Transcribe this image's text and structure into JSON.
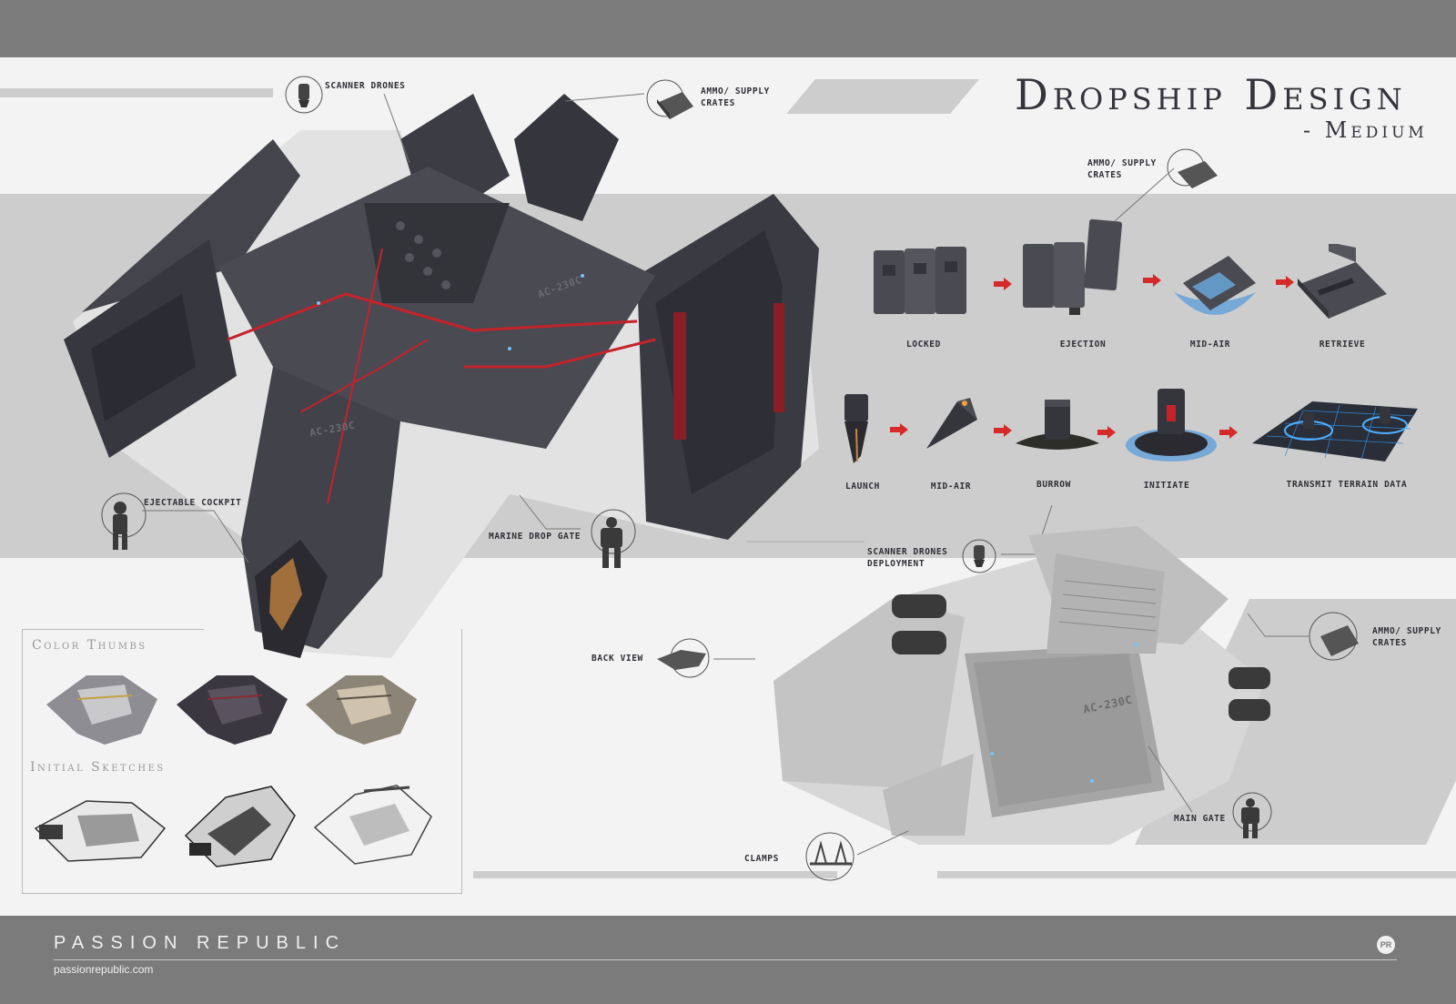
{
  "title": {
    "main": "Dropship Design",
    "sub": "- Medium"
  },
  "callouts": {
    "scanner_drones": "Scanner drones",
    "ammo_crates_top": "Ammo/ supply crates",
    "ammo_crates_mid": "Ammo/ supply crates",
    "ammo_crates_right": "Ammo/ supply crates",
    "ejectable_cockpit": "Ejectable cockpit",
    "marine_drop_gate": "Marine drop gate",
    "scanner_drones_deployment": "Scanner drones deployment",
    "back_view": "Back view",
    "clamps": "Clamps",
    "main_gate": "Main gate"
  },
  "crate_sequence": [
    "Locked",
    "Ejection",
    "Mid-air",
    "Retrieve"
  ],
  "drone_sequence": [
    "Launch",
    "Mid-air",
    "Burrow",
    "Initiate",
    "Transmit terrain data"
  ],
  "hull_markings": [
    "AC-230C",
    "AC-230C",
    "AC-230C"
  ],
  "thumbnails": {
    "color_title": "Color Thumbs",
    "sketch_title": "Initial Sketches"
  },
  "footer": {
    "brand": "PASSION REPUBLIC",
    "url": "passionrepublic.com",
    "badge": "PR"
  },
  "colors": {
    "frame": "#7b7b7b",
    "panel": "#f3f3f3",
    "band": "#cdcdcd",
    "hull_dark": "#3c3c44",
    "hull_light": "#c9c9c9",
    "accent_red": "#c4232a",
    "hologram_blue": "#2f8de0"
  }
}
